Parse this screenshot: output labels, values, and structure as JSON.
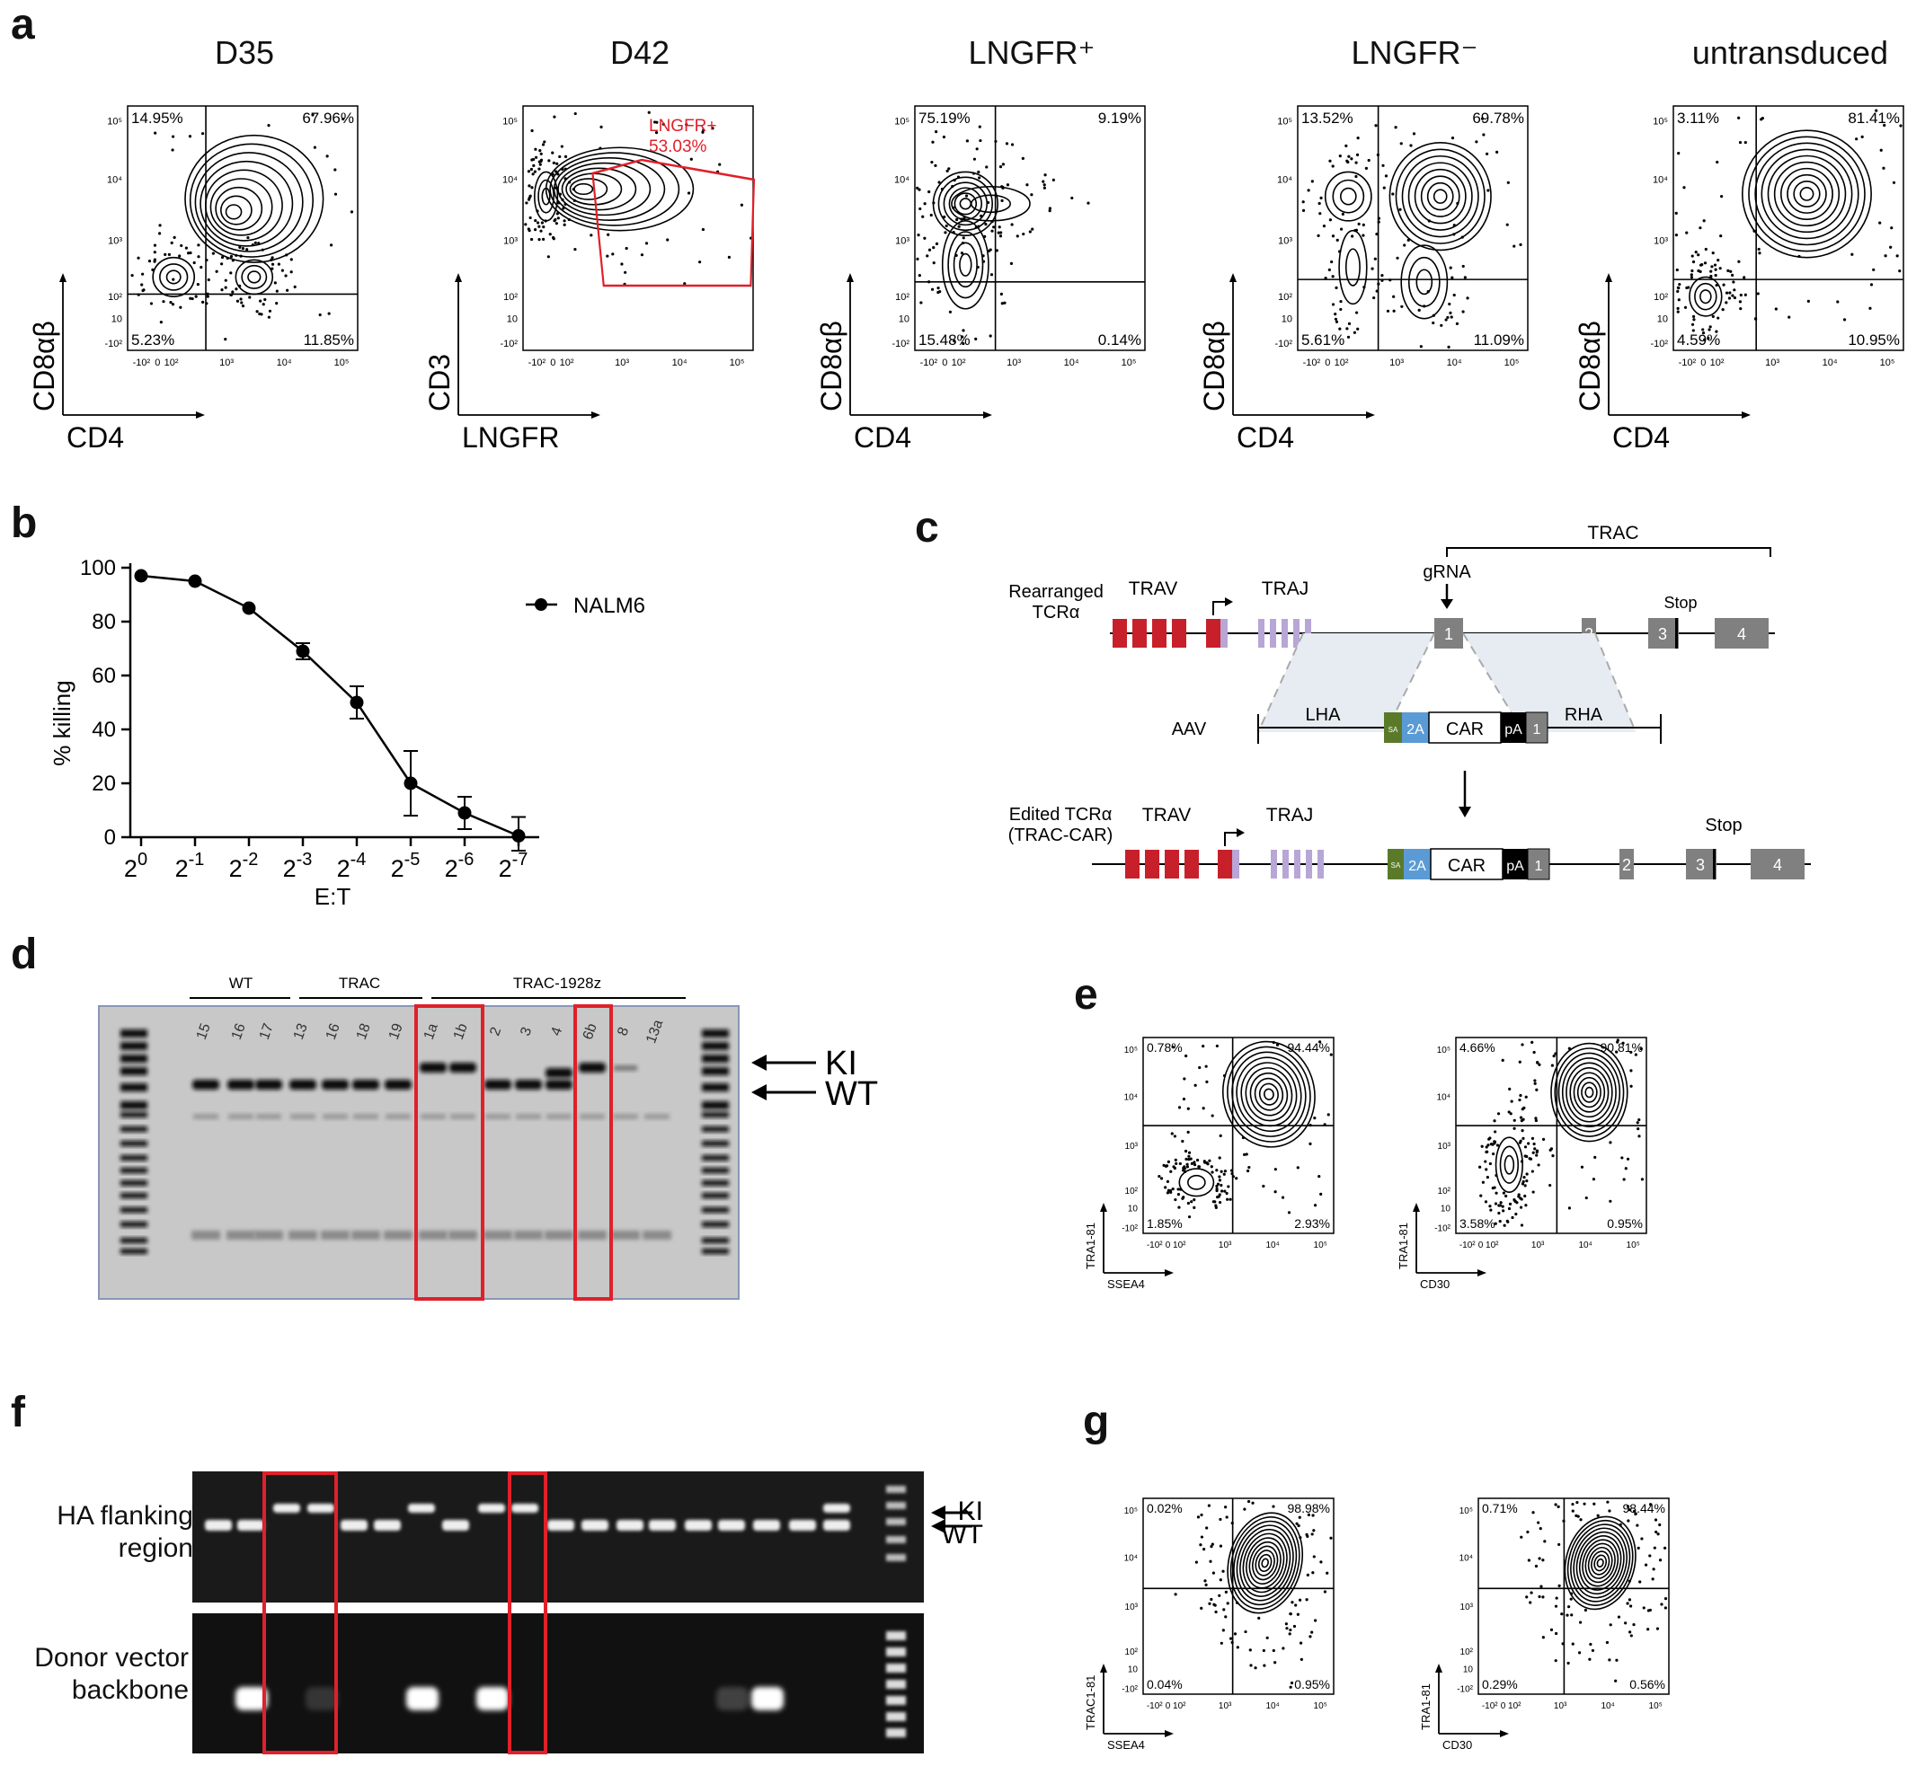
{
  "panel_letters": [
    "a",
    "b",
    "c",
    "d",
    "e",
    "f",
    "g"
  ],
  "panel_a": {
    "plots": [
      {
        "title": "D35",
        "x_axis": "CD4",
        "y_axis": "CD8αβ",
        "q_tl": "14.95%",
        "q_tr": "67.96%",
        "q_bl": "5.23%",
        "q_br": "11.85%"
      },
      {
        "title": "D42",
        "x_axis": "LNGFR",
        "y_axis": "CD3",
        "gate_label": "LNGFR+",
        "gate_value": "53.03%"
      },
      {
        "title": "LNGFR⁺",
        "x_axis": "CD4",
        "y_axis": "CD8αβ",
        "q_tl": "75.19%",
        "q_tr": "9.19%",
        "q_bl": "15.48%",
        "q_br": "0.14%"
      },
      {
        "title": "LNGFR⁻",
        "x_axis": "CD4",
        "y_axis": "CD8αβ",
        "q_tl": "13.52%",
        "q_tr": "69.78%",
        "q_bl": "5.61%",
        "q_br": "11.09%"
      },
      {
        "title": "untransduced",
        "x_axis": "CD4",
        "y_axis": "CD8αβ",
        "q_tl": "3.11%",
        "q_tr": "81.41%",
        "q_bl": "4.59%",
        "q_br": "10.95%"
      }
    ],
    "x_ticks": [
      "-10²",
      "0",
      "10²",
      "10³",
      "10⁴",
      "10⁵"
    ],
    "y_ticks": [
      "10⁵",
      "10⁴",
      "10³",
      "10²",
      "10",
      "-10²"
    ]
  },
  "chart_data": {
    "type": "line",
    "xlabel": "E:T",
    "ylabel": "% killing",
    "categories": [
      "2^0",
      "2^-1",
      "2^-2",
      "2^-3",
      "2^-4",
      "2^-5",
      "2^-6",
      "2^-7"
    ],
    "series": [
      {
        "name": "NALM6",
        "values": [
          97,
          95,
          85,
          69,
          50,
          20,
          9,
          0.5
        ],
        "errors": [
          0,
          0,
          0,
          3,
          6,
          12,
          6,
          7
        ]
      }
    ],
    "ylim": [
      0,
      100
    ],
    "y_ticks": [
      0,
      20,
      40,
      60,
      80,
      100
    ],
    "legend": "top-right",
    "grid": false
  },
  "panel_c": {
    "trac": "TRAC",
    "grna": "gRNA",
    "rearranged": "Rearranged",
    "tcra": "TCRα",
    "trav": "TRAV",
    "traj": "TRAJ",
    "stop": "Stop",
    "aav": "AAV",
    "lha": "LHA",
    "rha": "RHA",
    "sa": "SA",
    "p2a": "2A",
    "car": "CAR",
    "pa": "pA",
    "edited": "Edited TCRα",
    "trac_car": "(TRAC-CAR)",
    "exons": [
      "1",
      "2",
      "3",
      "4"
    ]
  },
  "panel_d": {
    "groups": [
      "WT",
      "TRAC",
      "TRAC-1928z"
    ],
    "lanes": [
      "15",
      "16",
      "17",
      "13",
      "16",
      "18",
      "19",
      "1a",
      "1b",
      "2",
      "3",
      "4",
      "6b",
      "8",
      "13a"
    ],
    "ki": "KI",
    "wt": "WT"
  },
  "panel_e": {
    "plots": [
      {
        "x_axis": "SSEA4",
        "y_axis": "TRA1-81",
        "q_tl": "0.78%",
        "q_tr": "94.44%",
        "q_bl": "1.85%",
        "q_br": "2.93%"
      },
      {
        "x_axis": "CD30",
        "y_axis": "TRA1-81",
        "q_tl": "4.66%",
        "q_tr": "90.81%",
        "q_bl": "3.58%",
        "q_br": "0.95%"
      }
    ]
  },
  "panel_f": {
    "row1": [
      "HA flanking",
      "region"
    ],
    "row2": [
      "Donor vector",
      "backbone"
    ],
    "ki": "KI",
    "wt": "WT"
  },
  "panel_g": {
    "plots": [
      {
        "x_axis": "SSEA4",
        "y_axis": "TRAC1-81",
        "q_tl": "0.02%",
        "q_tr": "98.98%",
        "q_bl": "0.04%",
        "q_br": "0.95%"
      },
      {
        "x_axis": "CD30",
        "y_axis": "TRA1-81",
        "q_tl": "0.71%",
        "q_tr": "98.44%",
        "q_bl": "0.29%",
        "q_br": "0.56%"
      }
    ]
  },
  "colors": {
    "red": "#e0202a",
    "exon_red": "#c8202a",
    "lavender": "#b8a6d6",
    "grey": "#808080",
    "blue": "#5b9bd5",
    "green": "#5a7a2a",
    "gel": "#c8c8c8"
  }
}
